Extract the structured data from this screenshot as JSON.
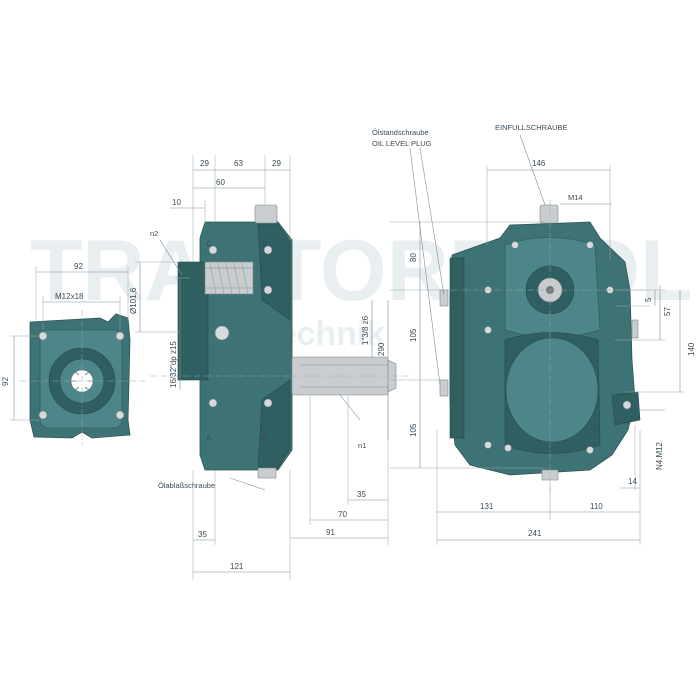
{
  "watermark": {
    "brand": "TRAKTORPOOL",
    "sub": "Landtechnik"
  },
  "left_view": {
    "dim_width": "92",
    "dim_height": "92",
    "label_thread": "M12x18"
  },
  "side_view": {
    "dims_top": [
      "29",
      "63",
      "29"
    ],
    "dim_60": "60",
    "dim_10": "10",
    "label_n2": "n2",
    "dim_diameter": "Ø101,6",
    "dim_spline": "16/32\"dp z15",
    "ports": [
      "C",
      "D",
      "A",
      "B"
    ],
    "drain_label": "Ölablaßschraube",
    "dim_35": "35",
    "dim_121": "121"
  },
  "shaft": {
    "dim_spline": "1\"3/8 z6",
    "dim_290": "290",
    "label_n1": "n1",
    "dim_35": "35",
    "dim_70": "70",
    "dim_91": "91"
  },
  "front_view": {
    "level_label_de": "Ölstandschraube",
    "level_label_en": "OIL LEVEL PLUG",
    "fill_label": "EINFULLSCHRAUBE",
    "dim_146": "146",
    "label_m14": "M14",
    "dims_left": [
      "80",
      "105",
      "105"
    ],
    "dim_5": "5",
    "dim_57": "57",
    "dim_140": "140",
    "label_n4": "N4.M12",
    "dim_14": "14",
    "dim_131": "131",
    "dim_110": "110",
    "dim_241": "241"
  }
}
